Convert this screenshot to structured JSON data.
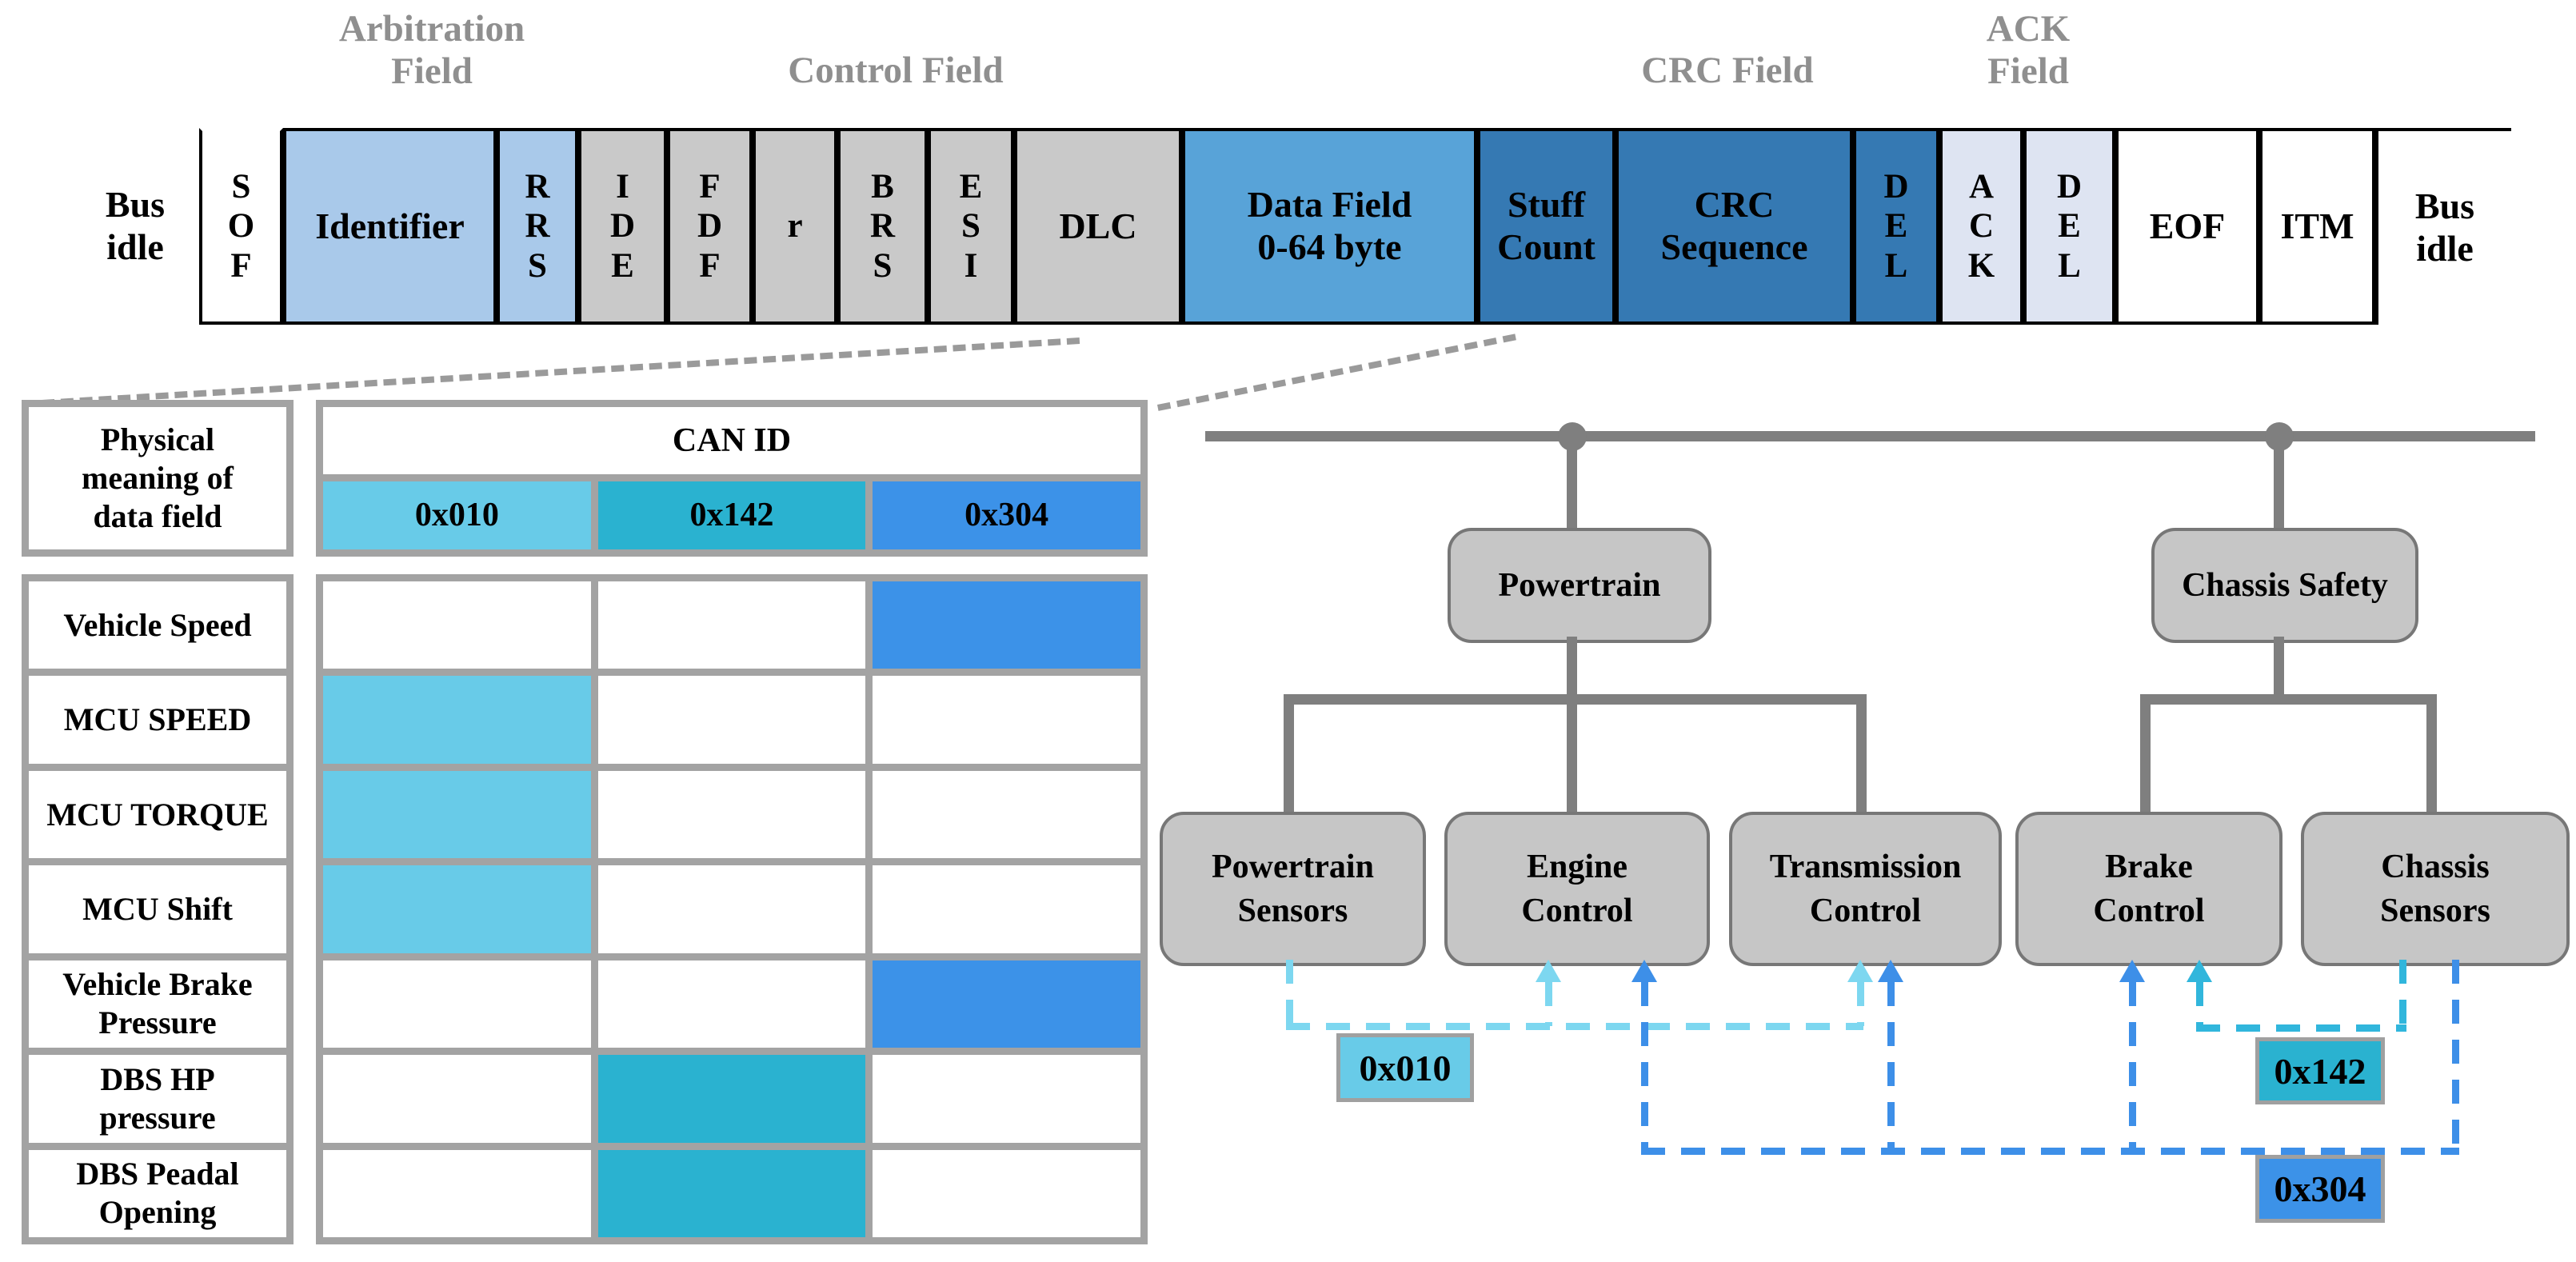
{
  "frame": {
    "groups": [
      {
        "label": "Arbitration\nField"
      },
      {
        "label": "Control Field"
      },
      {
        "label": "CRC Field"
      },
      {
        "label": "ACK\nField"
      }
    ],
    "segments": [
      {
        "name": "bus-idle-left",
        "label": "Bus\nidle",
        "color": "#ffffff"
      },
      {
        "name": "sof",
        "label": "S\nO\nF",
        "color": "#ffffff"
      },
      {
        "name": "identifier",
        "label": "Identifier",
        "color": "#a9c9ea"
      },
      {
        "name": "rrs",
        "label": "R\nR\nS",
        "color": "#a9c9ea"
      },
      {
        "name": "ide",
        "label": "I\nD\nE",
        "color": "#c9c9c9"
      },
      {
        "name": "fdf",
        "label": "F\nD\nF",
        "color": "#c9c9c9"
      },
      {
        "name": "r",
        "label": "r",
        "color": "#c9c9c9"
      },
      {
        "name": "brs",
        "label": "B\nR\nS",
        "color": "#c9c9c9"
      },
      {
        "name": "esi",
        "label": "E\nS\nI",
        "color": "#c9c9c9"
      },
      {
        "name": "dlc",
        "label": "DLC",
        "color": "#c9c9c9"
      },
      {
        "name": "data-field",
        "label": "Data Field\n0-64 byte",
        "color": "#58a3d8"
      },
      {
        "name": "stuff-count",
        "label": "Stuff\nCount",
        "color": "#3579b3"
      },
      {
        "name": "crc-sequence",
        "label": "CRC\nSequence",
        "color": "#3579b3"
      },
      {
        "name": "del-1",
        "label": "D\nE\nL",
        "color": "#3579b3"
      },
      {
        "name": "ack",
        "label": "A\nC\nK",
        "color": "#dee4f2"
      },
      {
        "name": "del-2",
        "label": "D\nE\nL",
        "color": "#dee4f2"
      },
      {
        "name": "eof",
        "label": "EOF",
        "color": "#ffffff"
      },
      {
        "name": "itm",
        "label": "ITM",
        "color": "#ffffff"
      },
      {
        "name": "bus-idle-right",
        "label": "Bus\nidle",
        "color": "#ffffff"
      }
    ]
  },
  "table": {
    "corner_header": "Physical\nmeaning of\ndata field",
    "can_id_header": "CAN ID",
    "can_ids": [
      {
        "id": "0x010",
        "color": "#68cbe8"
      },
      {
        "id": "0x142",
        "color": "#2ab2d0"
      },
      {
        "id": "0x304",
        "color": "#3c92e8"
      }
    ],
    "rows": [
      {
        "label": "Vehicle Speed",
        "can_id": "0x304",
        "cells": [
          "#ffffff",
          "#ffffff",
          "#3c92e8"
        ]
      },
      {
        "label": "MCU SPEED",
        "can_id": "0x010",
        "cells": [
          "#68cbe8",
          "#ffffff",
          "#ffffff"
        ]
      },
      {
        "label": "MCU TORQUE",
        "can_id": "0x010",
        "cells": [
          "#68cbe8",
          "#ffffff",
          "#ffffff"
        ]
      },
      {
        "label": "MCU Shift",
        "can_id": "0x010",
        "cells": [
          "#68cbe8",
          "#ffffff",
          "#ffffff"
        ]
      },
      {
        "label": "Vehicle Brake\nPressure",
        "can_id": "0x304",
        "cells": [
          "#ffffff",
          "#ffffff",
          "#3c92e8"
        ]
      },
      {
        "label": "DBS HP\npressure",
        "can_id": "0x142",
        "cells": [
          "#ffffff",
          "#2ab2d0",
          "#ffffff"
        ]
      },
      {
        "label": "DBS Peadal\nOpening",
        "can_id": "0x142",
        "cells": [
          "#ffffff",
          "#2ab2d0",
          "#ffffff"
        ]
      }
    ]
  },
  "network": {
    "buses": [
      {
        "name": "Powertrain",
        "children": [
          "Powertrain\nSensors",
          "Engine\nControl",
          "Transmission\nControl"
        ]
      },
      {
        "name": "Chassis Safety",
        "children": [
          "Brake\nControl",
          "Chassis\nSensors"
        ]
      }
    ],
    "messages": [
      {
        "id": "0x010",
        "color": "#68cbe8",
        "dash_color": "#7dd7f0",
        "from": "Powertrain Sensors",
        "to": [
          "Engine Control",
          "Transmission Control"
        ]
      },
      {
        "id": "0x142",
        "color": "#2ab2d0",
        "dash_color": "#31b6dc",
        "from": "Chassis Sensors",
        "to": [
          "Brake Control"
        ]
      },
      {
        "id": "0x304",
        "color": "#3c92e8",
        "dash_color": "#3d8fe8",
        "from": "Chassis Sensors",
        "to": [
          "Engine Control",
          "Transmission Control",
          "Brake Control"
        ]
      }
    ]
  },
  "colors": {
    "identifier_blue": "#a9c9ea",
    "field_gray": "#c9c9c9",
    "data_field_blue": "#58a3d8",
    "crc_blue": "#3579b3",
    "ack_pale_blue": "#dee4f2",
    "cyan_0x010": "#68cbe8",
    "teal_0x142": "#2ab2d0",
    "blue_0x304": "#3c92e8",
    "node_gray": "#c6c6c6",
    "bus_gray": "#7f7f7f",
    "table_border_gray": "#a3a3a3",
    "group_label_gray": "#8f8f8f"
  }
}
